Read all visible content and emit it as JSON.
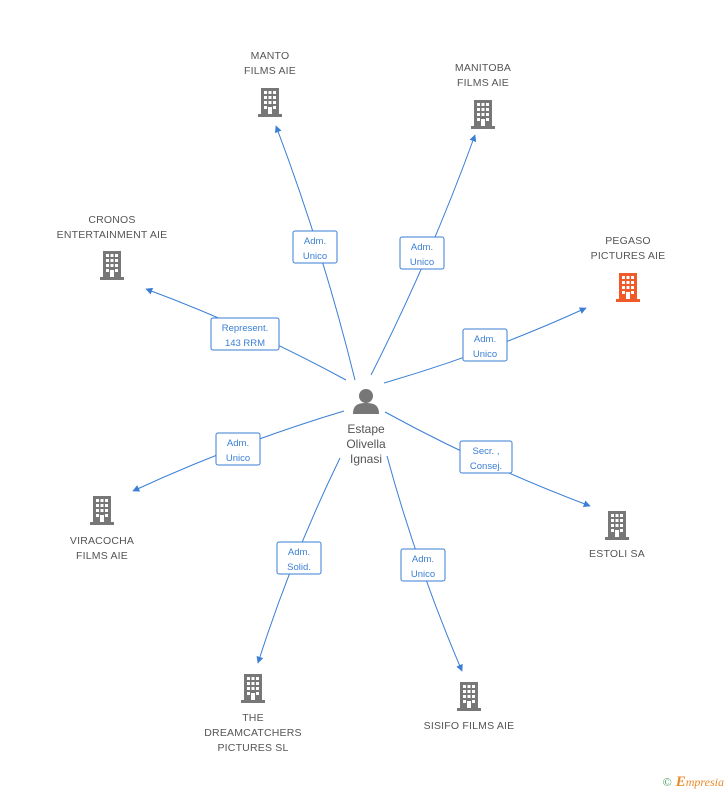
{
  "center": {
    "lines": [
      "Estape",
      "Olivella",
      "Ignasi"
    ],
    "icon": "person-icon"
  },
  "colors": {
    "edge": "#3a7fd5",
    "node": "#777777",
    "highlight": "#f05a28",
    "text": "#555555"
  },
  "nodes": [
    {
      "id": "manto",
      "lines": [
        "MANTO",
        "FILMS AIE"
      ],
      "highlight": false,
      "relation": [
        "Adm.",
        "Unico"
      ]
    },
    {
      "id": "manitoba",
      "lines": [
        "MANITOBA",
        "FILMS AIE"
      ],
      "highlight": false,
      "relation": [
        "Adm.",
        "Unico"
      ]
    },
    {
      "id": "cronos",
      "lines": [
        "CRONOS",
        "ENTERTAINMENT AIE"
      ],
      "highlight": false,
      "relation": [
        "Represent.",
        "143 RRM"
      ]
    },
    {
      "id": "pegaso",
      "lines": [
        "PEGASO",
        "PICTURES AIE"
      ],
      "highlight": true,
      "relation": [
        "Adm.",
        "Unico"
      ]
    },
    {
      "id": "viracocha",
      "lines": [
        "VIRACOCHA",
        "FILMS AIE"
      ],
      "highlight": false,
      "relation": [
        "Adm.",
        "Unico"
      ]
    },
    {
      "id": "estoli",
      "lines": [
        "ESTOLI SA"
      ],
      "highlight": false,
      "relation": [
        "Secr. ,",
        "Consej."
      ]
    },
    {
      "id": "dreamcatchers",
      "lines": [
        "THE",
        "DREAMCATCHERS",
        "PICTURES SL"
      ],
      "highlight": false,
      "relation": [
        "Adm.",
        "Solid."
      ]
    },
    {
      "id": "sisifo",
      "lines": [
        "SISIFO FILMS AIE"
      ],
      "highlight": false,
      "relation": [
        "Adm.",
        "Unico"
      ]
    }
  ],
  "footer": {
    "copyright": "©",
    "brand_initial": "E",
    "brand_rest": "mpresia"
  }
}
